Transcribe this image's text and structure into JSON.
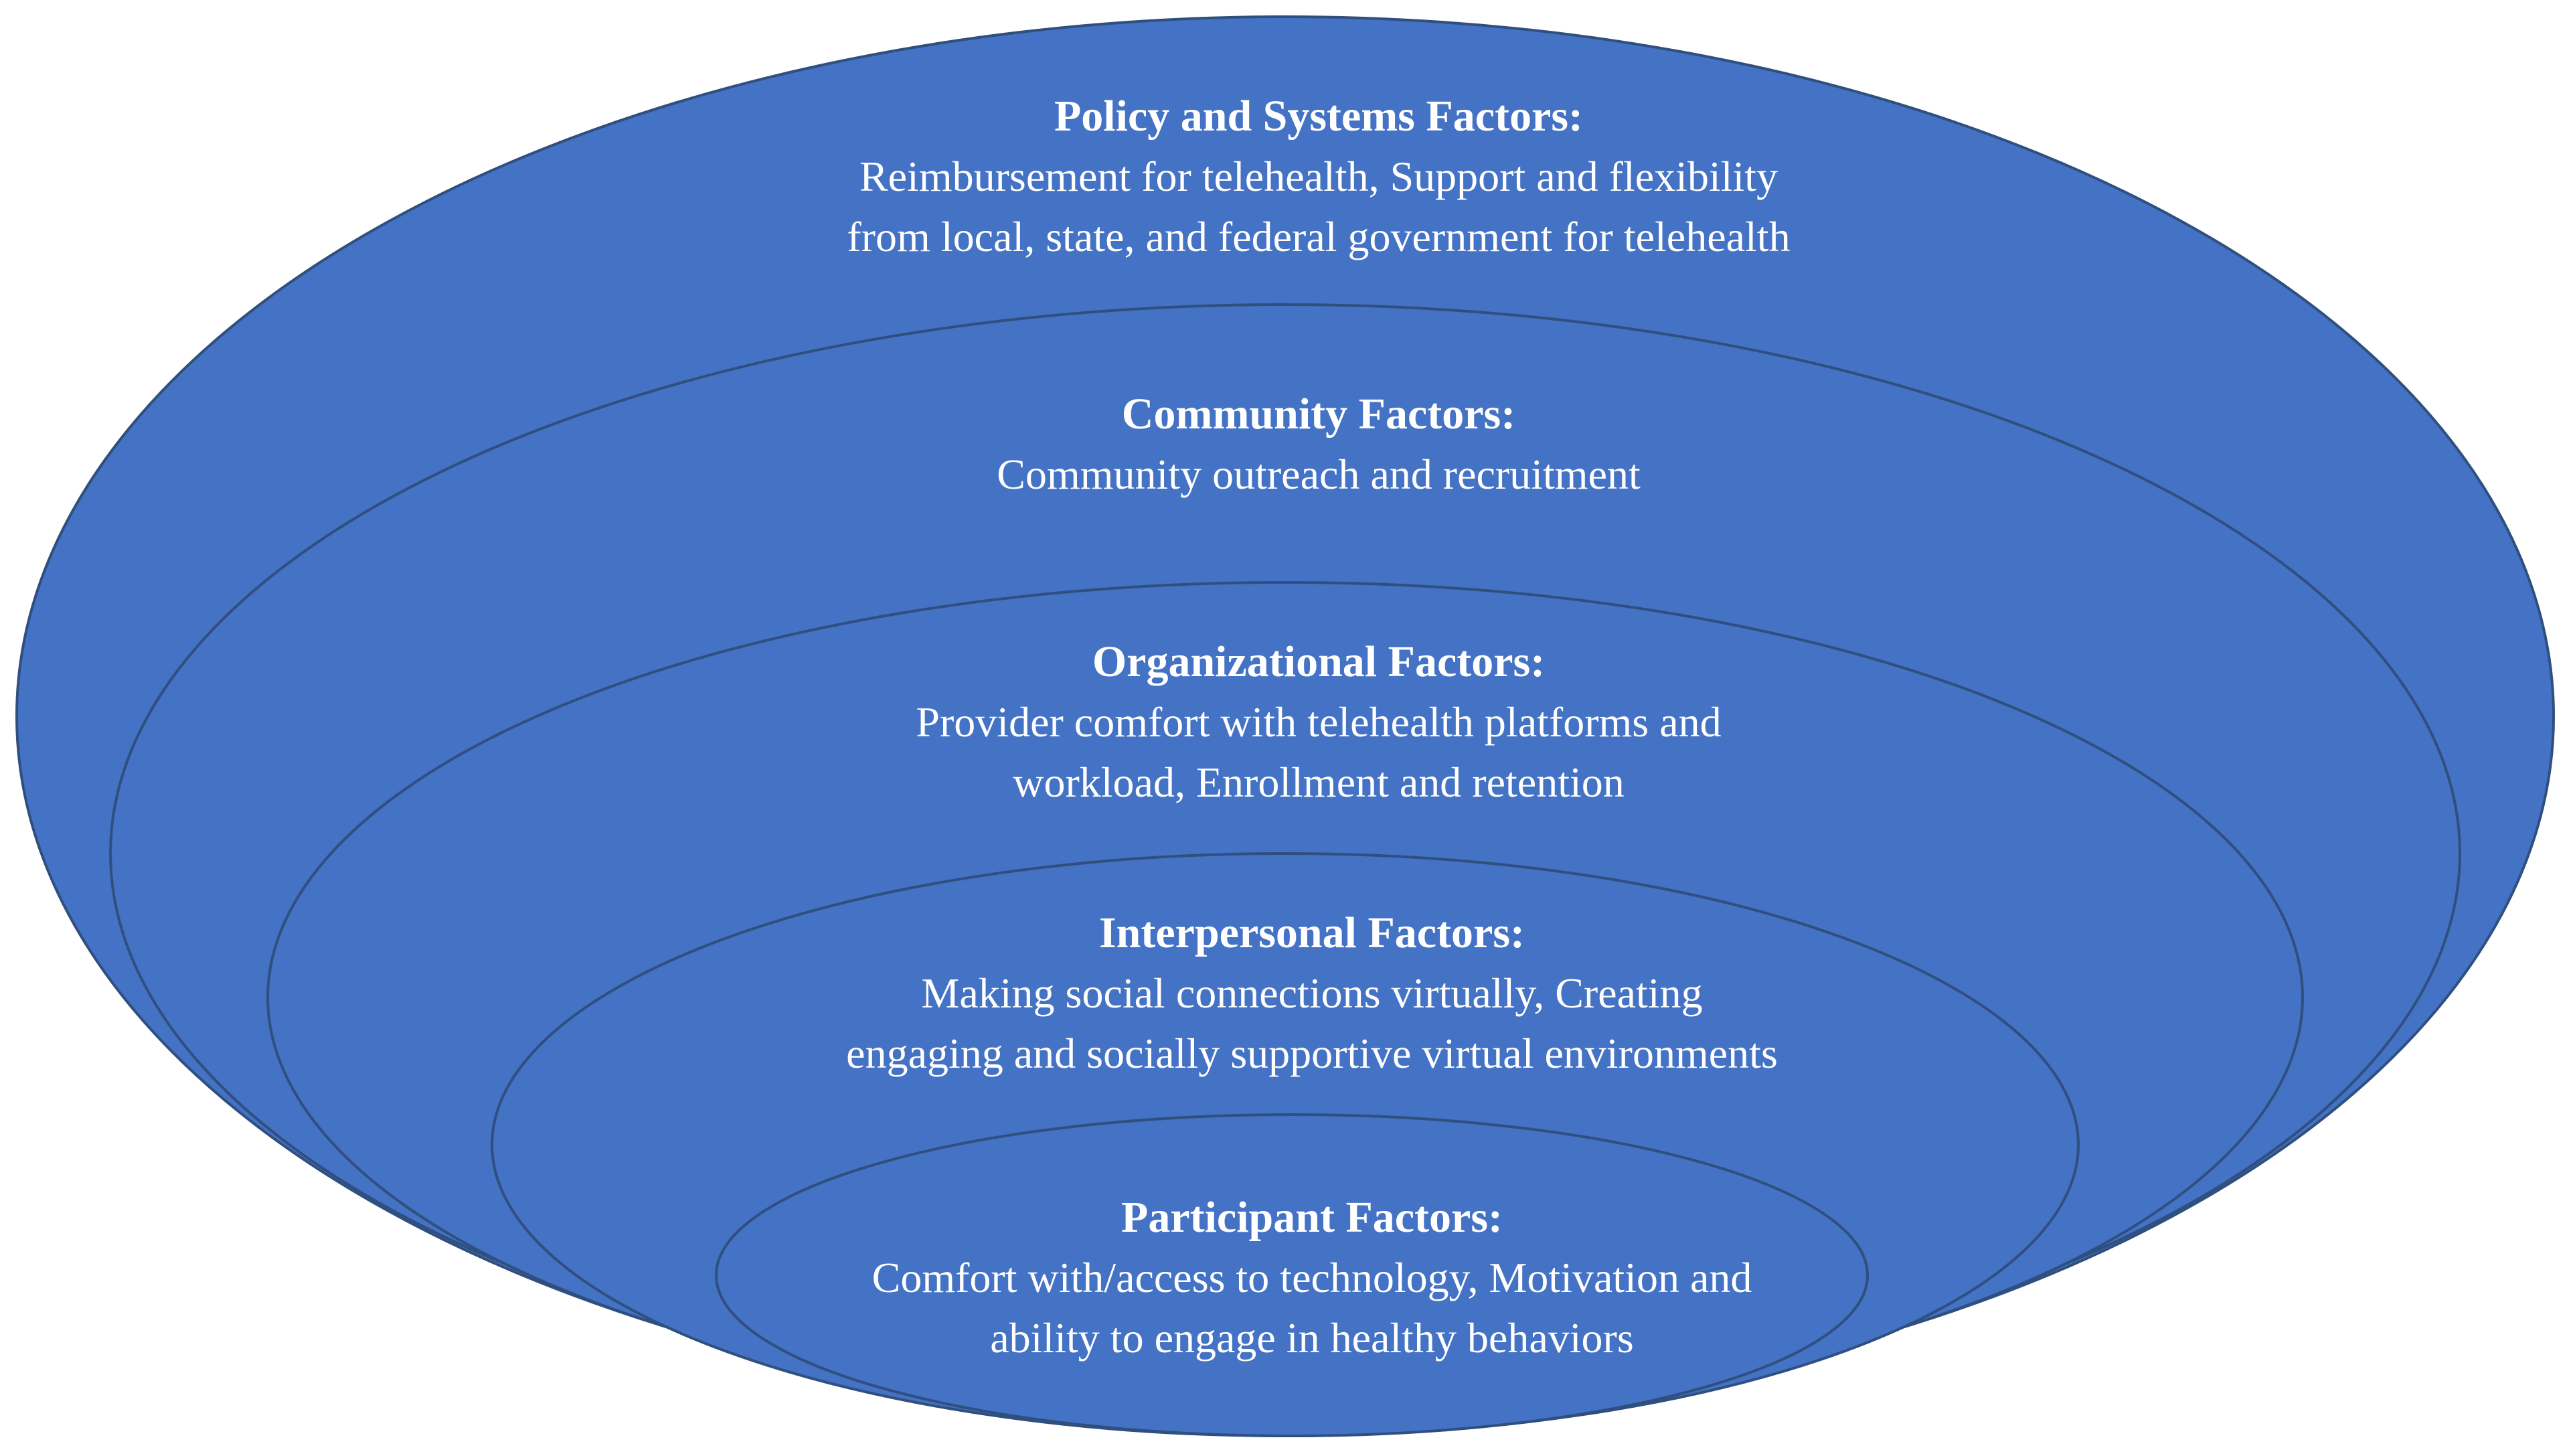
{
  "diagram": {
    "colors": {
      "fill": "#4472C4",
      "stroke": "#2F4F7F",
      "text": "#FFFFFF"
    },
    "layers": [
      {
        "title": "Policy and Systems Factors:",
        "lines": [
          "Reimbursement for telehealth, Support and flexibility",
          "from local, state, and federal government for telehealth"
        ]
      },
      {
        "title": "Community Factors:",
        "lines": [
          "Community outreach and recruitment"
        ]
      },
      {
        "title": "Organizational Factors:",
        "lines": [
          "Provider comfort with telehealth platforms and",
          "workload, Enrollment and retention"
        ]
      },
      {
        "title": "Interpersonal Factors:",
        "lines": [
          "Making social connections virtually, Creating",
          "engaging and socially supportive virtual environments"
        ]
      },
      {
        "title": "Participant Factors:",
        "lines": [
          "Comfort with/access to technology, Motivation and",
          "ability to engage in healthy behaviors"
        ]
      }
    ]
  }
}
